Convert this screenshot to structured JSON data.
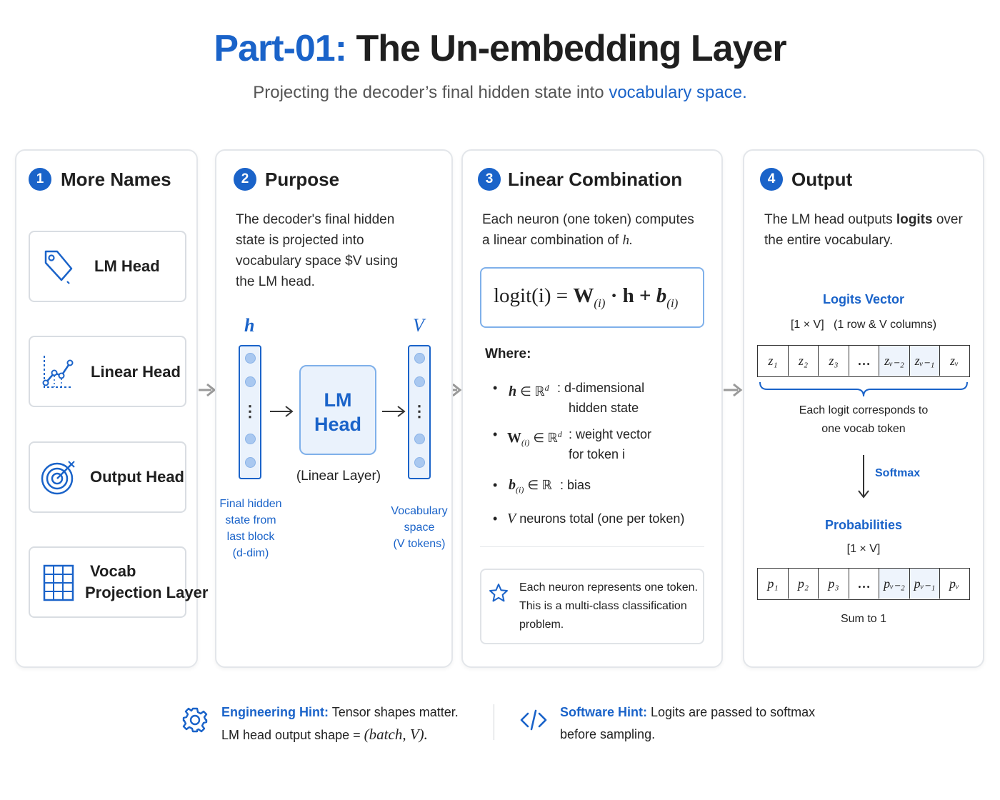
{
  "header": {
    "title_prefix": "Part-01:",
    "title_main": "The Un-embedding Layer",
    "subtitle_plain": "Projecting the decoder’s final hidden state into",
    "subtitle_blue": "vocabulary space."
  },
  "panel1": {
    "number": "1",
    "title": "More Names",
    "names": [
      {
        "label": "LM Head",
        "icon": "tag-icon"
      },
      {
        "label": "Linear Head",
        "icon": "line-chart-icon"
      },
      {
        "label": "Output Head",
        "icon": "target-icon"
      },
      {
        "label_line1": "Vocab",
        "label_line2": "Projection Layer",
        "icon": "grid-icon"
      }
    ]
  },
  "panel2": {
    "number": "2",
    "title": "Purpose",
    "text_lines": [
      "The decoder's final hidden",
      "state is projected into",
      "vocabulary space $V using",
      "the LM head."
    ],
    "h_label": "h",
    "v_label": "V",
    "lm_head_line1": "LM",
    "lm_head_line2": "Head",
    "linear_layer": "(Linear Layer)",
    "left_caption": [
      "Final hidden",
      "state from",
      "last block",
      "(d-dim)"
    ],
    "right_caption": [
      "Vocabulary",
      "space",
      "(V tokens)"
    ]
  },
  "panel3": {
    "number": "3",
    "title": "Linear Combination",
    "text_line1": "Each neuron (one token) computes",
    "text_line2_pre": "a linear combination of",
    "text_line2_var": "h.",
    "formula_logit": "logit(i) =",
    "formula_W": "W",
    "formula_sub_i": "(i)",
    "formula_dot_h": "· h +",
    "formula_b": "b",
    "where": "Where:",
    "bullets": [
      {
        "sym": "h",
        "set": "∈ ℝ",
        "sup": "d",
        "desc1": ": d-dimensional",
        "desc2": "hidden state"
      },
      {
        "sym": "W",
        "sub": "(i)",
        "set": "∈ ℝ",
        "sup": "d",
        "desc1": ": weight vector",
        "desc2": "for token i"
      },
      {
        "sym": "b",
        "sub": "(i)",
        "set": "∈ ℝ",
        "desc1": ": bias"
      },
      {
        "sym": "V",
        "desc1": "neurons total (one per token)"
      }
    ],
    "note_lines": [
      "Each neuron represents one token.",
      "This is a multi-class classification",
      "problem."
    ]
  },
  "panel4": {
    "number": "4",
    "title": "Output",
    "text_line1_pre": "The LM head outputs",
    "text_line1_bold": "logits",
    "text_line1_post": "over",
    "text_line2": "the entire vocabulary.",
    "logits_title": "Logits Vector",
    "logits_shape": "[1 × V]   (1 row & V columns)",
    "logit_cells": [
      "z₁",
      "z₂",
      "z₃",
      "…",
      "zᵥ₋₂",
      "zᵥ₋₁",
      "zᵥ"
    ],
    "caption_line1": "Each logit corresponds to",
    "caption_line2": "one vocab token",
    "softmax": "Softmax",
    "prob_title": "Probabilities",
    "prob_shape": "[1 × V]",
    "prob_cells": [
      "p₁",
      "p₂",
      "p₃",
      "…",
      "pᵥ₋₂",
      "pᵥ₋₁",
      "pᵥ"
    ],
    "sum": "Sum to 1"
  },
  "hints": {
    "eng_label": "Engineering Hint:",
    "eng_line1": "Tensor shapes matter.",
    "eng_line2_pre": "LM head output shape =",
    "eng_line2_math": "(batch, V).",
    "sw_label": "Software Hint:",
    "sw_line1": "Logits are passed to softmax",
    "sw_line2": "before sampling."
  },
  "colors": {
    "accent": "#1a63c9",
    "border": "#e3e6ea",
    "arrow": "#9a9a9a"
  }
}
